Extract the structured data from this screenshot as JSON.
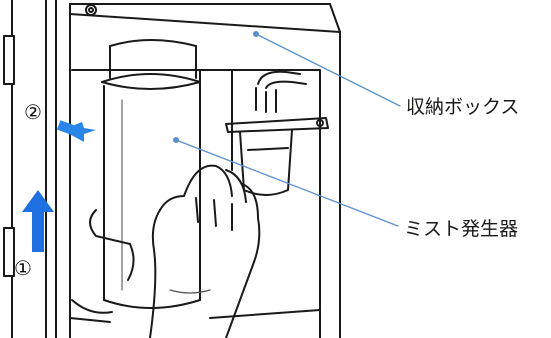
{
  "labels": {
    "storage_box": "収納ボックス",
    "mist_generator": "ミスト発生器"
  },
  "steps": {
    "first": "①",
    "second": "②"
  },
  "colors": {
    "leader_line": "#5a8fd0",
    "arrow": "#1e6fe0",
    "outline": "#1a1a1a"
  }
}
